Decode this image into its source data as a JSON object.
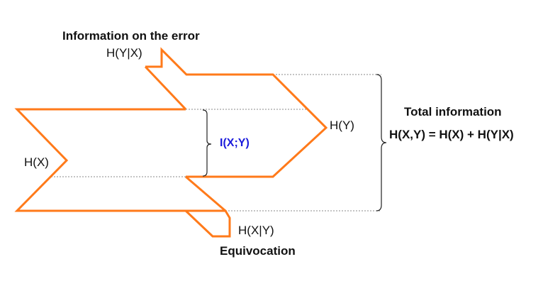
{
  "labels": {
    "error_title": "Information on the error",
    "h_y_given_x": "H(Y|X)",
    "h_x": "H(X)",
    "h_y": "H(Y)",
    "mutual_info": "I(X;Y)",
    "h_x_given_y": "H(X|Y)",
    "equivocation": "Equivocation",
    "total_title": "Total information",
    "total_formula": "H(X,Y) = H(X) + H(Y|X)"
  },
  "colors": {
    "flow_outline": "#ff7a1a",
    "mutual_info_text": "#1a1adc",
    "guide_lines": "#8a8a8a",
    "text": "#111111"
  }
}
